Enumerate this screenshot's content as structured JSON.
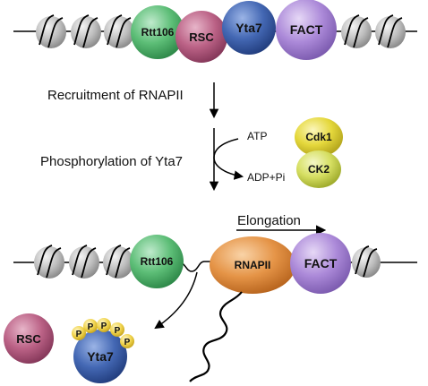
{
  "proteins": {
    "rtt106": "Rtt106",
    "rsc": "RSC",
    "yta7": "Yta7",
    "fact": "FACT",
    "cdk1": "Cdk1",
    "ck2": "CK2",
    "rnapii": "RNAPII",
    "phospho": "P"
  },
  "steps": {
    "recruitment": "Recruitment of RNAPII",
    "phosphorylation": "Phosphorylation of Yta7",
    "atp": "ATP",
    "adp": "ADP+Pi",
    "elongation": "Elongation"
  },
  "colors": {
    "rtt106": "#4fb86a",
    "rsc": "#b85a7e",
    "yta7": "#3f63b0",
    "fact": "#a785d6",
    "kinase": "#e6da3a",
    "rnapii": "#e39446",
    "nucleosome": "#b8b8b8",
    "phospho": "#ecd24a"
  }
}
